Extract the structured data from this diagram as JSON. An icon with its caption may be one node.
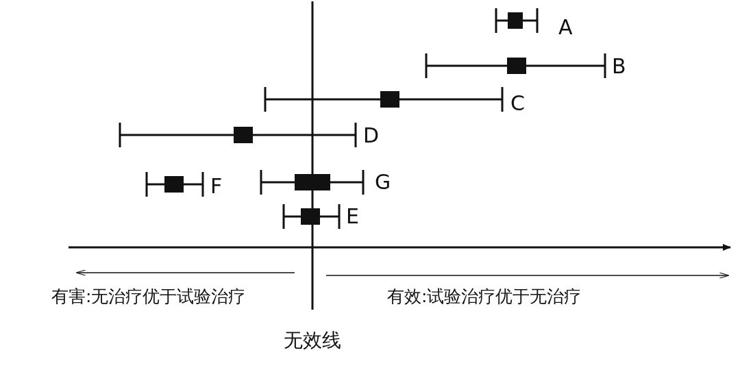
{
  "diagram": {
    "labels": [
      "A",
      "B",
      "C",
      "D",
      "F",
      "G",
      "E",
      "有害:无治疗优于试验治疗",
      "有效:试验治疗优于无治疗",
      "无效线"
    ]
  }
}
